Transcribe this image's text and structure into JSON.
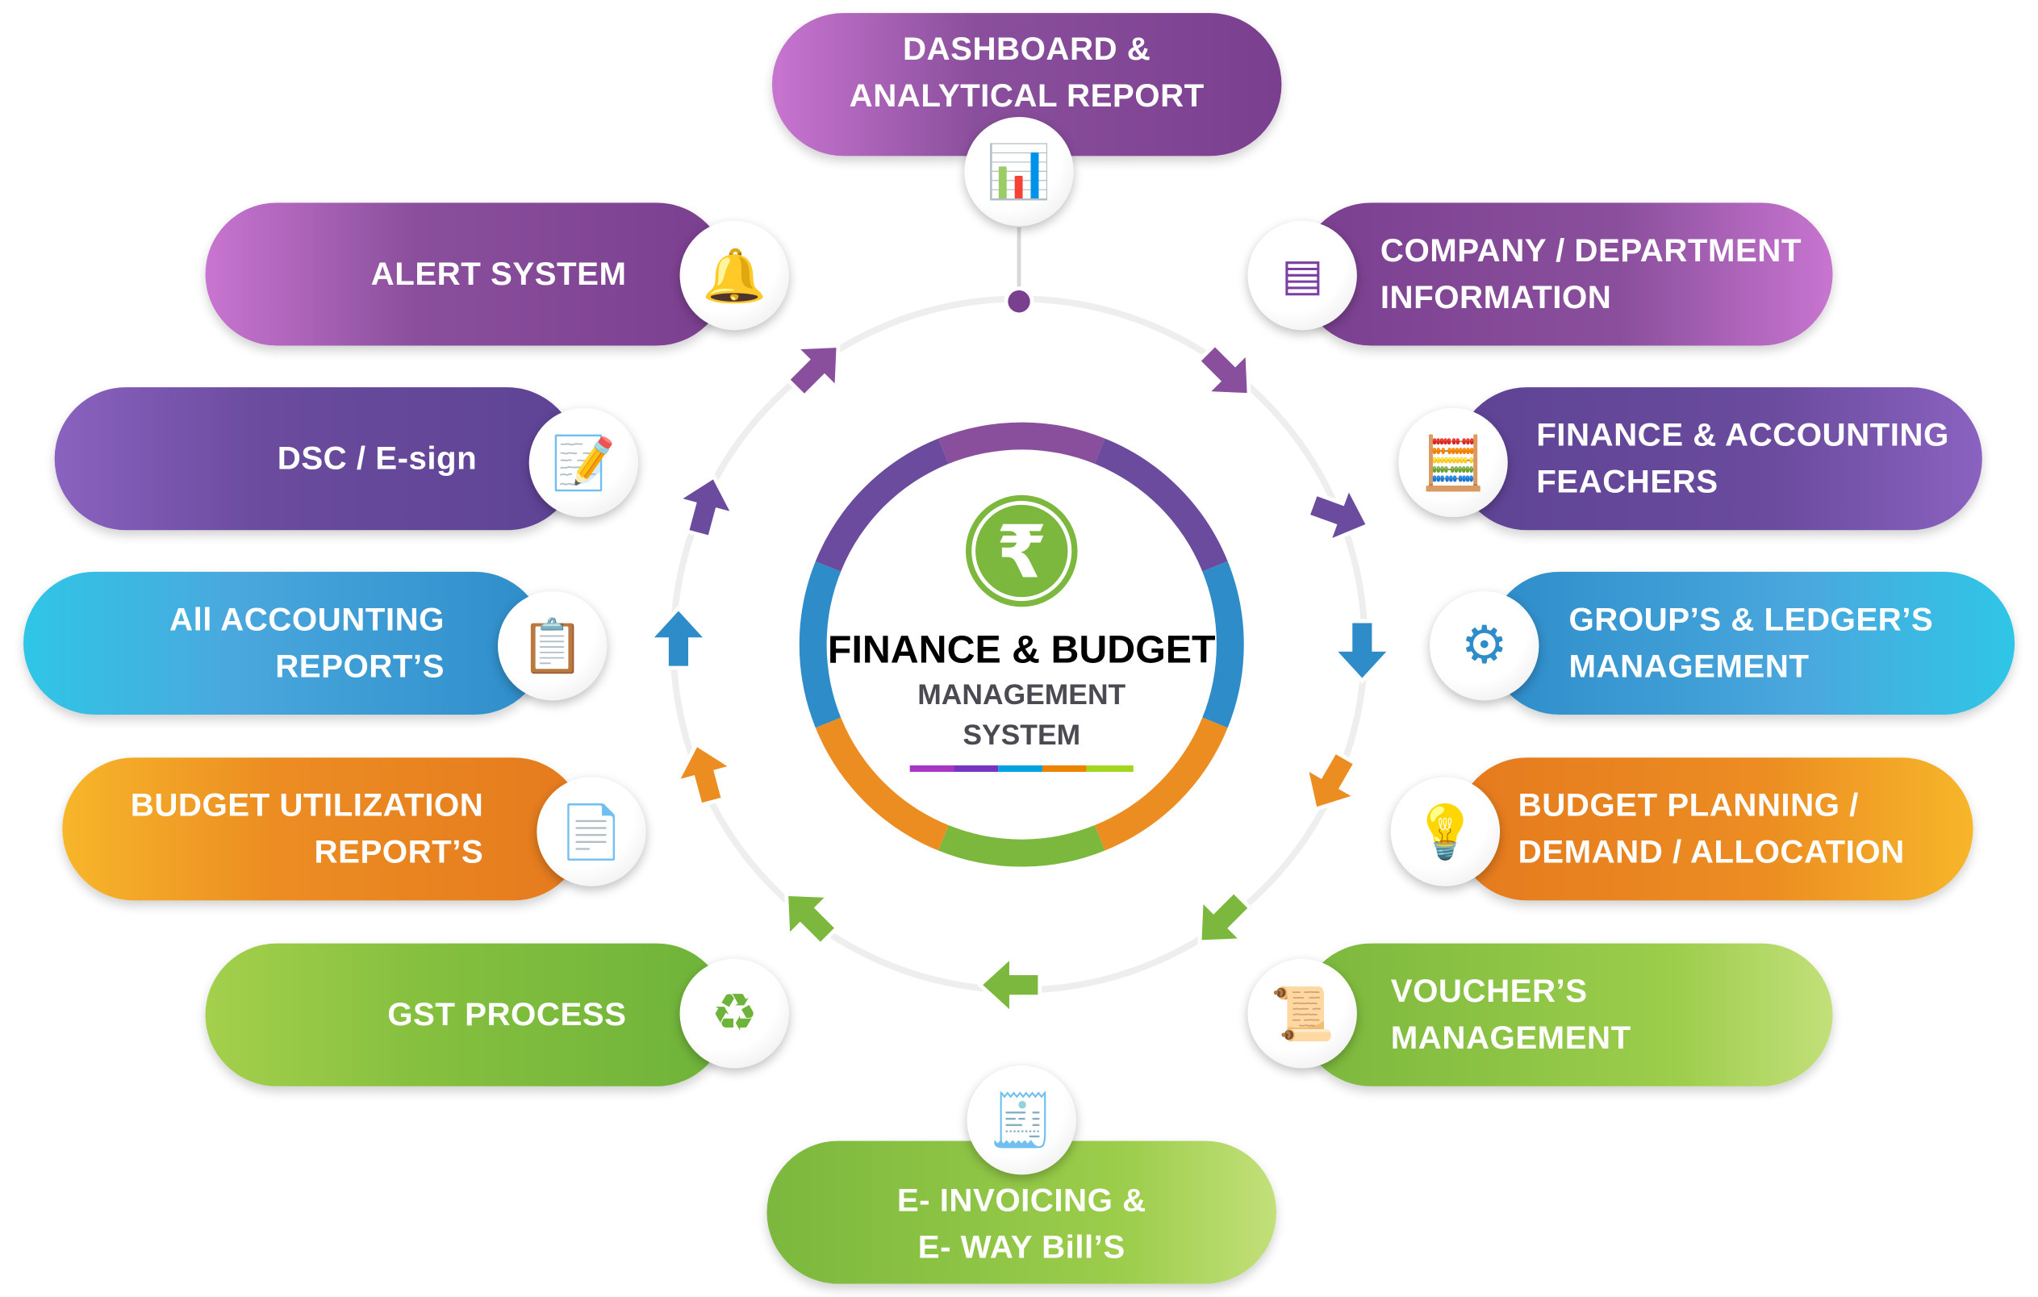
{
  "center": {
    "title": "FINANCE & BUDGET",
    "subtitle_1": "MANAGEMENT",
    "subtitle_2": "SYSTEM",
    "icon": "rupee-icon"
  },
  "modules": [
    {
      "line1": "DASHBOARD &",
      "line2": "ANALYTICAL REPORT",
      "icon": "analytics-monitor-icon"
    },
    {
      "line1": "COMPANY / DEPARTMENT",
      "line2": "INFORMATION",
      "icon": "org-chart-icon"
    },
    {
      "line1": "FINANCE & ACCOUNTING",
      "line2": "FEACHERS",
      "icon": "calculator-document-icon"
    },
    {
      "line1": "GROUP’S & LEDGER’S",
      "line2": "MANAGEMENT",
      "icon": "network-gear-icon"
    },
    {
      "line1": "BUDGET PLANNING /",
      "line2": "DEMAND / ALLOCATION",
      "icon": "idea-hand-icon"
    },
    {
      "line1": "VOUCHER’S",
      "line2": "MANAGEMENT",
      "icon": "scroll-icon"
    },
    {
      "line1": "E- INVOICING &",
      "line2": "E- WAY Bill’S",
      "icon": "invoice-stack-icon"
    },
    {
      "line1": "GST PROCESS",
      "icon": "gst-cycle-icon"
    },
    {
      "line1": "BUDGET UTILIZATION",
      "line2": "REPORT’S",
      "icon": "report-check-icon"
    },
    {
      "line1": "All ACCOUNTING",
      "line2": "REPORT’S",
      "icon": "checklist-icon"
    },
    {
      "line1": "DSC / E-sign",
      "icon": "signature-document-icon"
    },
    {
      "line1": "ALERT SYSTEM",
      "icon": "bell-icon"
    }
  ],
  "colors": {
    "purple": "#8a4f9c",
    "violet": "#6a4b9d",
    "blue": "#2e8cc9",
    "orange": "#ec8d22",
    "green": "#7bb83d"
  }
}
